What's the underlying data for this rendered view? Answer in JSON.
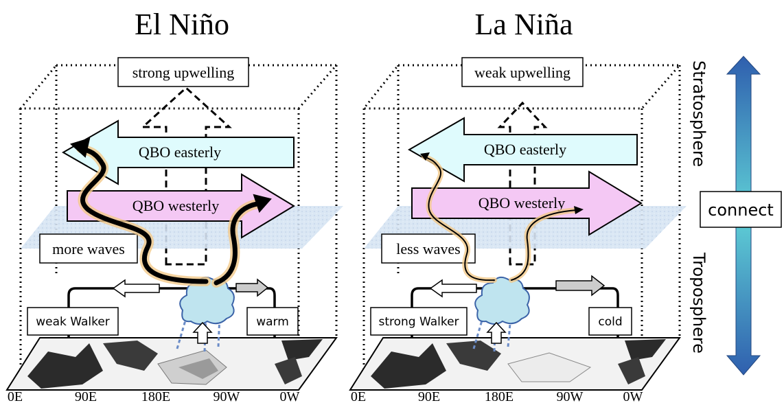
{
  "panels": [
    {
      "title": "El Niño",
      "upwelling": "strong upwelling",
      "easterly": "QBO easterly",
      "westerly": "QBO westerly",
      "waves": "more waves",
      "walker": "weak Walker",
      "sst": "warm",
      "wave_strength": "strong"
    },
    {
      "title": "La Niña",
      "upwelling": "weak upwelling",
      "easterly": "QBO easterly",
      "westerly": "QBO westerly",
      "waves": "less waves",
      "walker": "strong Walker",
      "sst": "cold",
      "wave_strength": "weak"
    }
  ],
  "axis_ticks": [
    "0E",
    "90E",
    "180E",
    "90W",
    "0W"
  ],
  "side": {
    "stratosphere": "Stratosphere",
    "troposphere": "Troposphere",
    "connect": "connect"
  },
  "colors": {
    "easterly_fill": "#dffbfd",
    "westerly_fill": "#f4c8f4",
    "plane_fill": "#cfe0f1",
    "cloud_fill": "#bfe4ef",
    "arrow_top": "#2f5fae",
    "arrow_mid": "#5fd0d6",
    "glow": "#f3c98a"
  }
}
